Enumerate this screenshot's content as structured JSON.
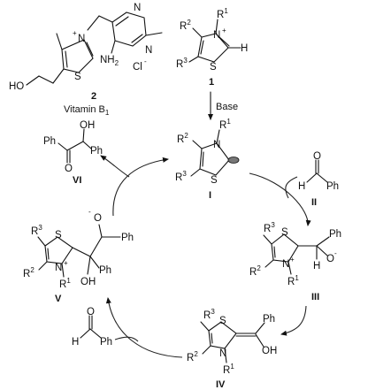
{
  "vitamin_b1": {
    "number": "2",
    "name": "Vitamin B",
    "name_sub": "1",
    "labels": {
      "n_plus": "N",
      "plus": "+",
      "s": "S",
      "ho": "HO",
      "nh2": "NH",
      "nh2_sub": "2",
      "cl": "Cl",
      "cl_charge": "-",
      "ring_n1": "N",
      "ring_n2": "N"
    }
  },
  "compound_1": {
    "number": "1",
    "labels": {
      "r1": "R",
      "r1_sup": "1",
      "r2": "R",
      "r2_sup": "2",
      "r3": "R",
      "r3_sup": "3",
      "n": "N",
      "plus": "+",
      "h": "H",
      "s": "S"
    }
  },
  "base_step": {
    "label": "Base"
  },
  "intermediate_I": {
    "number": "I",
    "labels": {
      "r1": "R",
      "r1_sup": "1",
      "r2": "R",
      "r2_sup": "2",
      "r3": "R",
      "r3_sup": "3",
      "n": "N",
      "s": "S"
    }
  },
  "reagent_II": {
    "number": "II",
    "labels": {
      "o": "O",
      "h": "H",
      "ph": "Ph"
    }
  },
  "intermediate_III": {
    "number": "III",
    "labels": {
      "r1": "R",
      "r1_sup": "1",
      "r2": "R",
      "r2_sup": "2",
      "r3": "R",
      "r3_sup": "3",
      "n": "N",
      "plus": "+",
      "s": "S",
      "o": "O",
      "o_charge": "-",
      "ph": "Ph",
      "h": "H"
    }
  },
  "intermediate_IV": {
    "number": "IV",
    "labels": {
      "r1": "R",
      "r1_sup": "1",
      "r2": "R",
      "r2_sup": "2",
      "r3": "R",
      "r3_sup": "3",
      "n": "N",
      "s": "S",
      "ph": "Ph",
      "oh": "OH"
    }
  },
  "reagent_benzaldehyde": {
    "labels": {
      "o": "O",
      "h": "H",
      "ph": "Ph"
    }
  },
  "intermediate_V": {
    "number": "V",
    "labels": {
      "r1": "R",
      "r1_sup": "1",
      "r2": "R",
      "r2_sup": "2",
      "r3": "R",
      "r3_sup": "3",
      "n": "N",
      "plus": "+",
      "s": "S",
      "o": "O",
      "o_charge": "-",
      "ph_top": "Ph",
      "ph_mid": "Ph",
      "oh": "OH"
    }
  },
  "product_VI": {
    "number": "VI",
    "labels": {
      "ph_left": "Ph",
      "ph_right": "Ph",
      "o": "O",
      "oh": "OH"
    }
  }
}
